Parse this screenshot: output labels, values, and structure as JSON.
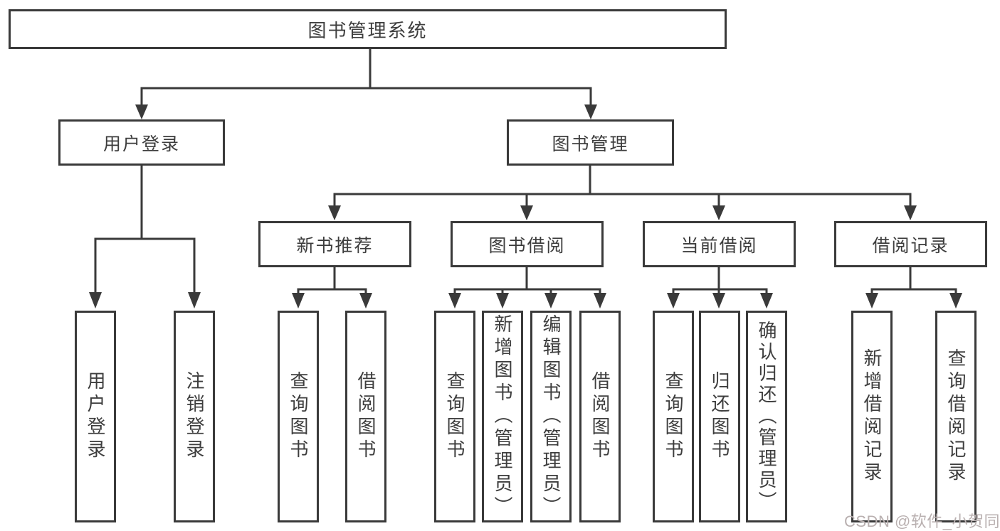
{
  "page": {
    "background": "#ffffff",
    "line_color": "#3a3a3a",
    "text_color": "#3d3d3d"
  },
  "diagram": {
    "root": {
      "label": "图书管理系统"
    },
    "level2": [
      {
        "label": "用户登录"
      },
      {
        "label": "图书管理"
      }
    ],
    "groups": [
      {
        "parent": "用户登录",
        "children": [
          {
            "label": "用户登录"
          },
          {
            "label": "注销登录"
          }
        ]
      },
      {
        "parent": "新书推荐",
        "children": [
          {
            "label": "查询图书"
          },
          {
            "label": "借阅图书"
          }
        ]
      },
      {
        "parent": "图书借阅",
        "children": [
          {
            "label": "查询图书"
          },
          {
            "label": "新增图书（管理员）"
          },
          {
            "label": "编辑图书（管理员）"
          },
          {
            "label": "借阅图书"
          }
        ]
      },
      {
        "parent": "当前借阅",
        "children": [
          {
            "label": "查询图书"
          },
          {
            "label": "归还图书"
          },
          {
            "label": "确认归还（管理员）"
          }
        ]
      },
      {
        "parent": "借阅记录",
        "children": [
          {
            "label": "新增借阅记录"
          },
          {
            "label": "查询借阅记录"
          }
        ]
      }
    ]
  },
  "watermark": {
    "text": "CSDN @软件_小贺同学",
    "color": "#b9b0b0"
  }
}
